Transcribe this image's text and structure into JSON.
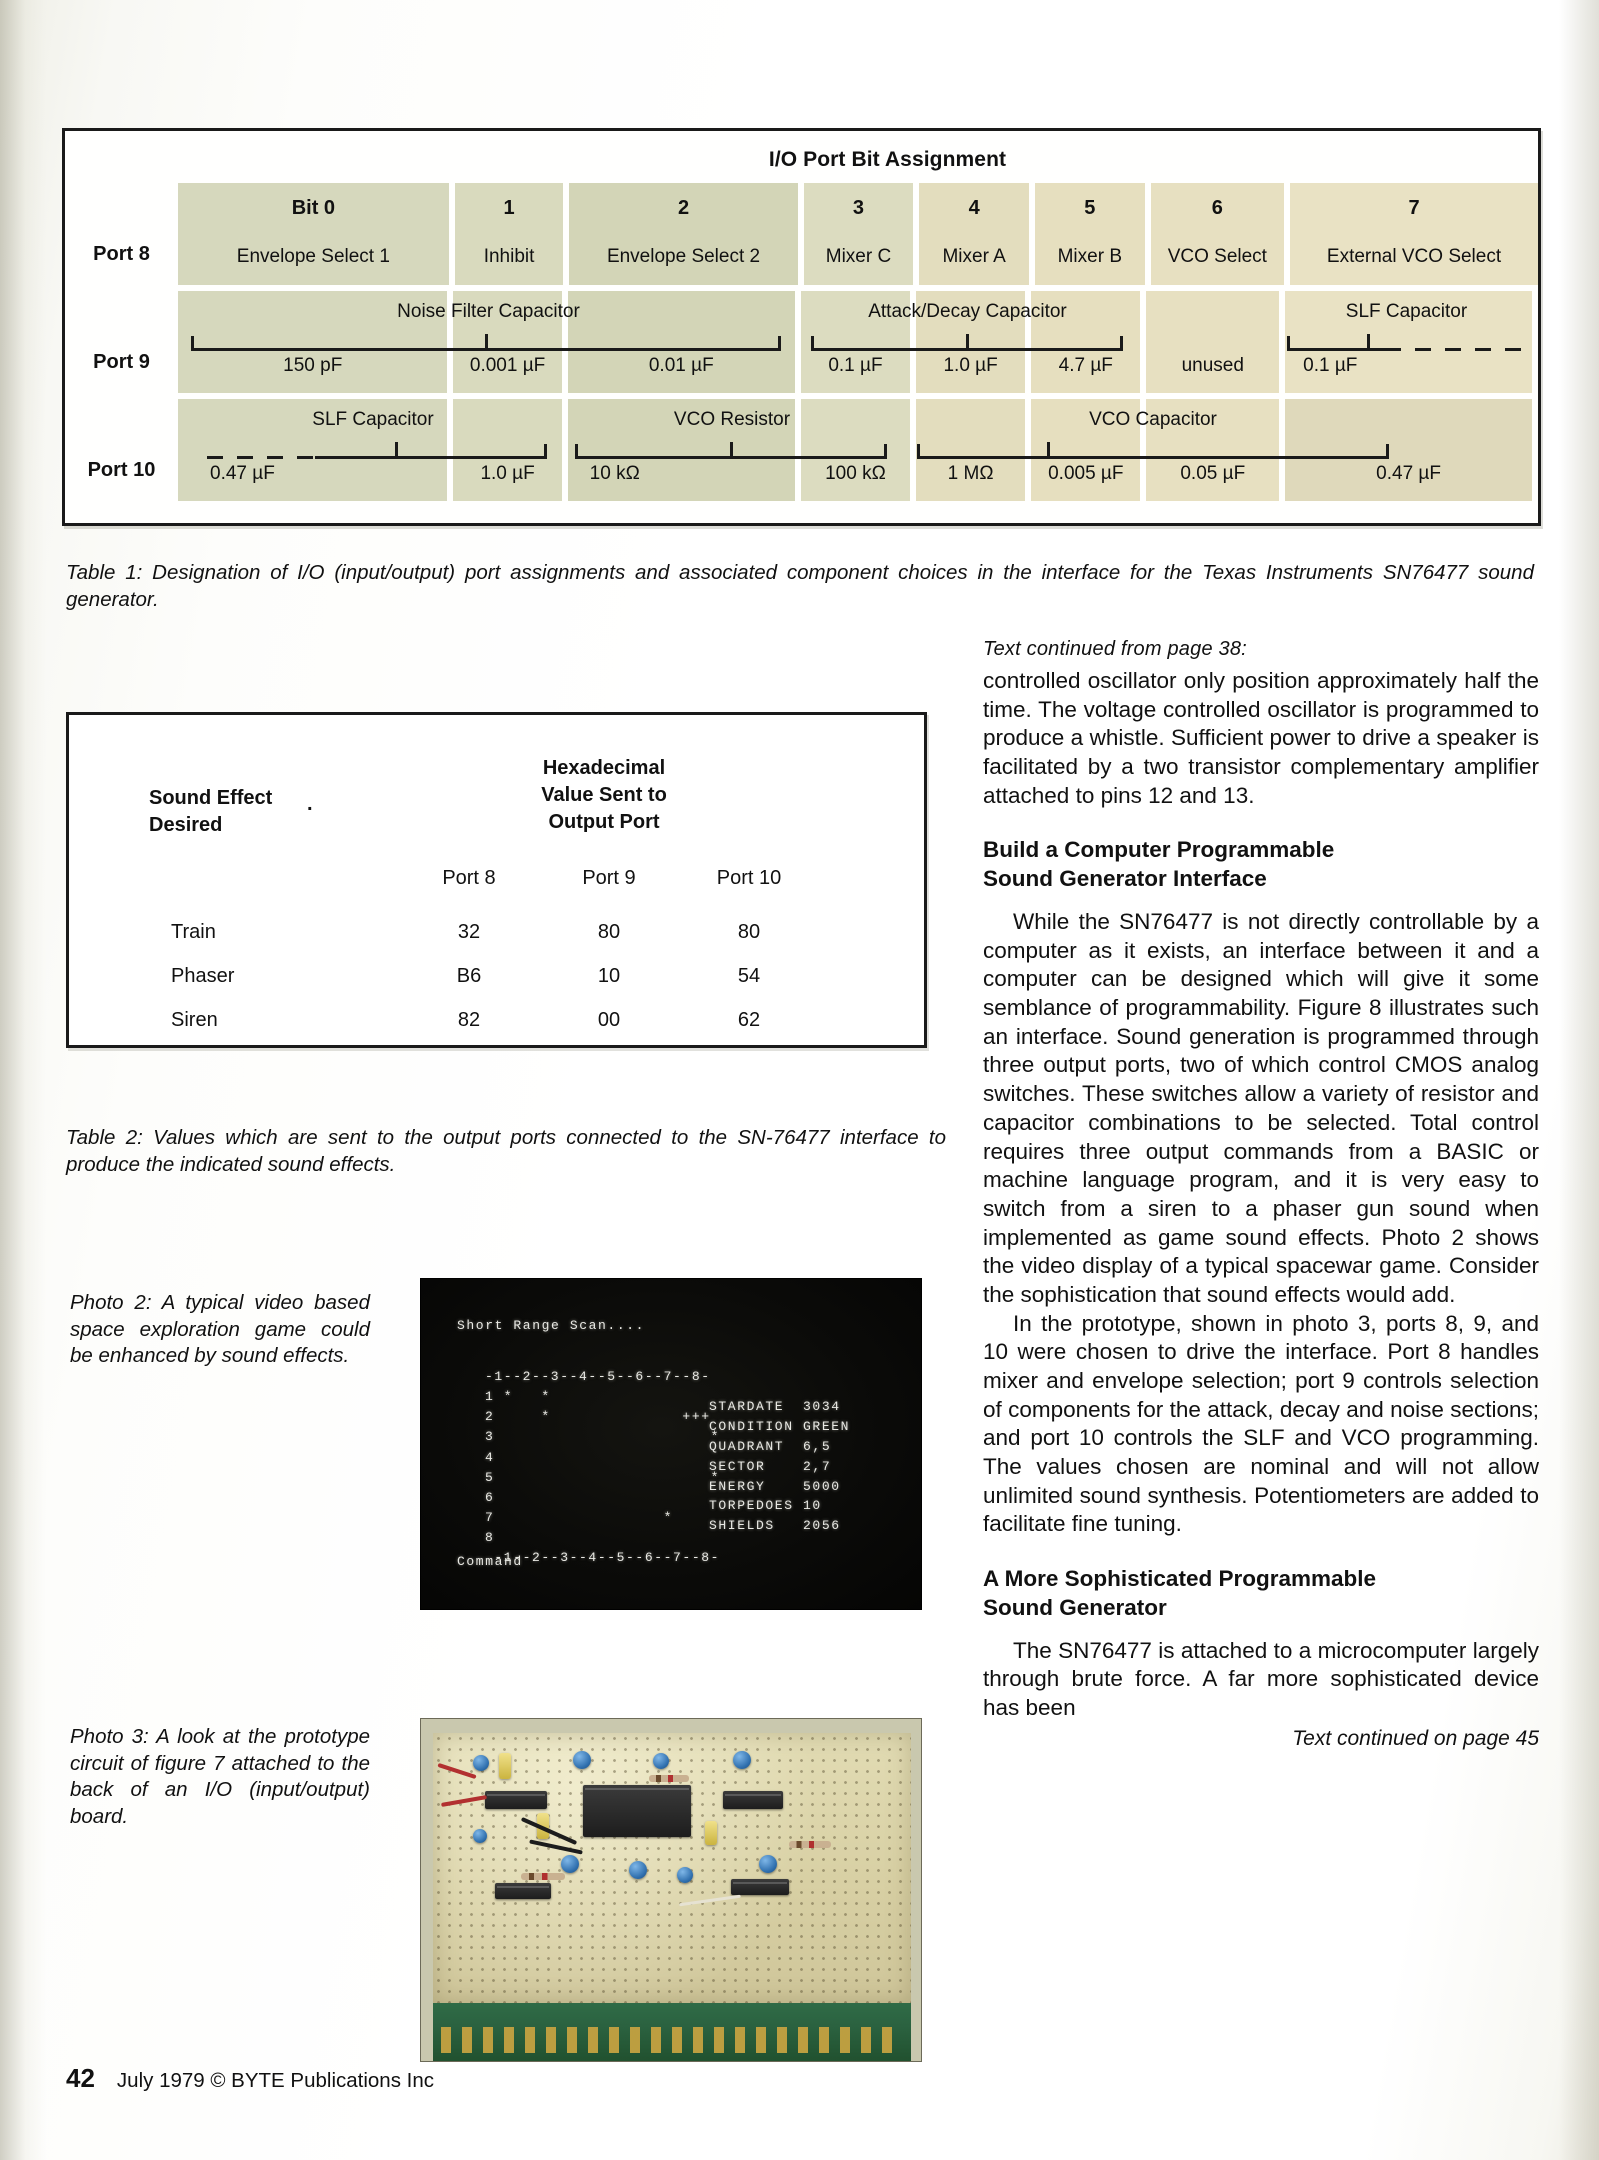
{
  "table1": {
    "title": "I/O Port Bit Assignment",
    "bit_headers": [
      "Bit 0",
      "1",
      "2",
      "3",
      "4",
      "5",
      "6",
      "7"
    ],
    "rows": [
      {
        "port_label": "Port 8",
        "cells": [
          "Envelope Select 1",
          "Inhibit",
          "Envelope Select 2",
          "Mixer C",
          "Mixer A",
          "Mixer B",
          "VCO Select",
          "External VCO Select"
        ]
      },
      {
        "port_label": "Port 9",
        "groups": [
          "Noise Filter Capacitor",
          "Attack/Decay Capacitor",
          "SLF Capacitor"
        ],
        "cells": [
          "150 pF",
          "0.001 µF",
          "0.01 µF",
          "0.1 µF",
          "1.0 µF",
          "4.7 µF",
          "unused",
          "0.1 µF"
        ]
      },
      {
        "port_label": "Port 10",
        "groups": [
          "SLF Capacitor",
          "VCO Resistor",
          "VCO Capacitor"
        ],
        "cells": [
          "0.47 µF",
          "1.0 µF",
          "10 kΩ",
          "100 kΩ",
          "1 MΩ",
          "0.005 µF",
          "0.05 µF",
          "0.47 µF"
        ]
      }
    ],
    "caption": "Table 1: Designation of I/O (input/output) port assignments and associated component choices in the interface for the Texas Instruments SN76477 sound generator."
  },
  "table2": {
    "header_effect": "Sound Effect\nDesired",
    "header_effect_line1": "Sound Effect",
    "header_effect_line2": "Desired",
    "header_effect_dot": ".",
    "header_hex_line1": "Hexadecimal",
    "header_hex_line2": "Value Sent to",
    "header_hex_line3": "Output Port",
    "port_columns": [
      "Port 8",
      "Port 9",
      "Port 10"
    ],
    "rows": [
      {
        "effect": "Train",
        "port8": "32",
        "port9": "80",
        "port10": "80"
      },
      {
        "effect": "Phaser",
        "port8": "B6",
        "port9": "10",
        "port10": "54"
      },
      {
        "effect": "Siren",
        "port8": "82",
        "port9": "00",
        "port10": "62"
      }
    ],
    "caption": "Table 2: Values which are sent to the output ports connected to the SN-76477 interface to produce the indicated sound effects."
  },
  "photos": {
    "photo2_caption": "Photo 2: A typical video based space exploration game could be enhanced by sound effects.",
    "photo3_caption": "Photo 3: A look at the prototype circuit of figure 7 attached to the back of an I/O (input/output) board.",
    "crt": {
      "title": "Short Range Scan....",
      "grid": "-1--2--3--4--5--6--7--8-\n1 *   *\n2     *              +++\n3                       *\n4\n5                       *\n6\n7                  *\n8\n -1--2--3--4--5--6--7--8-",
      "stats": "STARDATE  3034\nCONDITION GREEN\nQUADRANT  6,5\nSECTOR    2,7\nENERGY    5000\nTORPEDOES 10\nSHIELDS   2056",
      "prompt": "Command"
    }
  },
  "article": {
    "continued_from": "Text continued from page 38:",
    "para1": "controlled oscillator only position approximately half the time. The voltage controlled oscillator is programmed to produce a whistle. Sufficient power to drive a speaker is facilitated by a two transistor complementary amplifier attached to pins 12 and 13.",
    "heading1_line1": "Build a Computer Programmable",
    "heading1_line2": "Sound Generator Interface",
    "para2": "While the SN76477 is not directly controllable by a computer as it exists, an interface between it and a computer can be designed which will give it some semblance of programmability. Figure 8 illustrates such an interface. Sound generation is programmed through three output ports, two of which control CMOS analog switches. These switches allow a variety of resistor and capacitor combinations to be selected. Total control requires three output commands from a BASIC or machine language program, and it is very easy to switch from a siren to a phaser gun sound when implemented as game sound effects. Photo 2 shows the video display of a typical spacewar game. Consider the sophistication that sound effects would add.",
    "para3": "In the prototype, shown in photo 3, ports 8, 9, and 10 were chosen to drive the interface. Port 8 handles mixer and envelope selection; port 9 controls selection of components for the attack, decay and noise sections; and port 10 controls the SLF and VCO programming. The values chosen are nominal and will not allow unlimited sound synthesis. Potentiometers are added to facilitate fine tuning.",
    "heading2_line1": "A More Sophisticated Programmable",
    "heading2_line2": "Sound Generator",
    "para4": "The SN76477 is attached to a microcomputer largely through brute force. A far more sophisticated device has been",
    "continued_on": "Text continued on page 45"
  },
  "footer": {
    "page_number": "42",
    "imprint": "July 1979 © BYTE Publications Inc"
  },
  "colors": {
    "swatch_olive": "#d6d8bd",
    "swatch_tan": "#e7e0c1",
    "ink": "#1a1a1a",
    "paper": "#ffffff"
  }
}
